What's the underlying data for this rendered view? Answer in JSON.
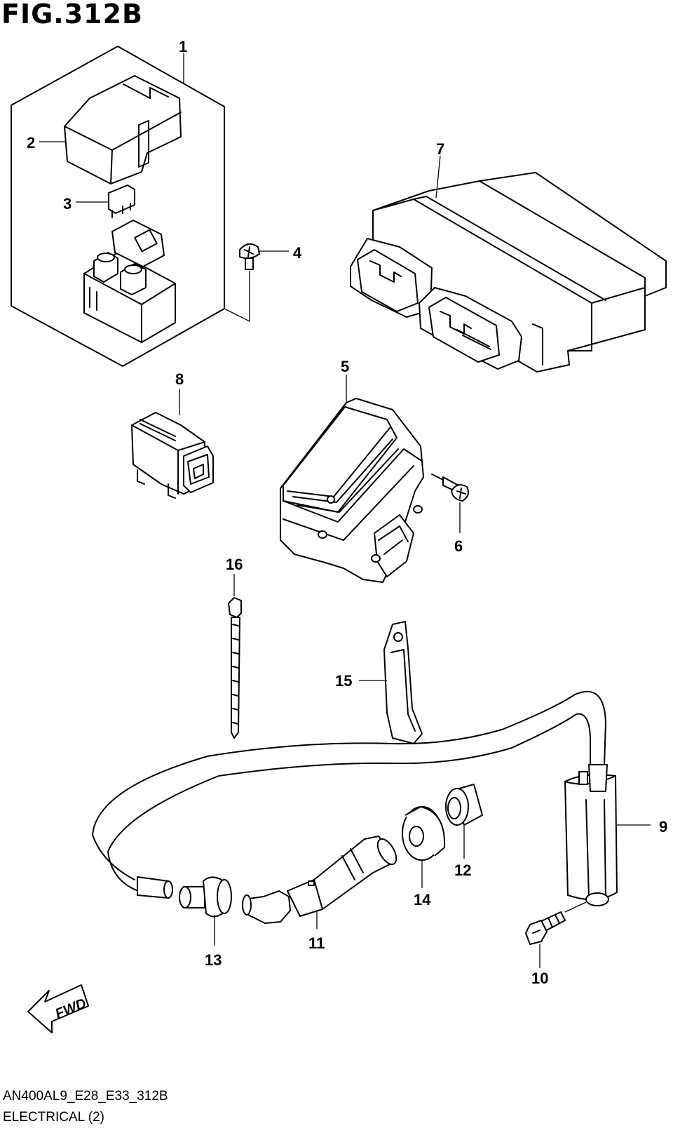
{
  "figure": {
    "title": "FIG.312B",
    "model_code": "AN400AL9_E28_E33_312B",
    "section_name": "ELECTRICAL (2)"
  },
  "direction_marker": {
    "label": "FWD",
    "icon": "fwd-arrow-icon"
  },
  "callouts": [
    "1",
    "2",
    "3",
    "4",
    "5",
    "6",
    "7",
    "8",
    "9",
    "10",
    "11",
    "12",
    "13",
    "14",
    "15",
    "16"
  ]
}
